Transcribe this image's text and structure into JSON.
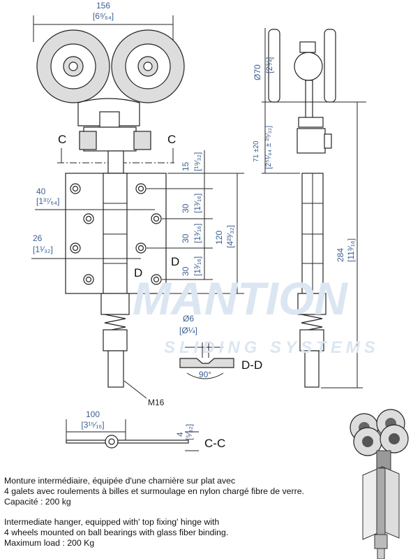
{
  "watermark": {
    "brand": "MANTION",
    "tagline": "SLIDING SYSTEMS"
  },
  "dimensions": {
    "width_mm": "156",
    "width_in": "[6⁹⁄₆₄]",
    "wheel_dia_mm": "Ø70",
    "wheel_dia_in": "[2¾]",
    "offset_mm": "71 ±20",
    "offset_in": "[2⁵¹⁄₆₄ ± ²⁵⁄₃₂]",
    "top_gap_mm": "15",
    "top_gap_in": "[¹⁹⁄₃₂]",
    "hole_x1_mm": "40",
    "hole_x1_in": "[1³⁷⁄₆₄]",
    "hole_x2_mm": "26",
    "hole_x2_in": "[1¹⁄₃₂]",
    "pitch1_mm": "30",
    "pitch1_in": "[1³⁄₁₆]",
    "pitch2_mm": "30",
    "pitch2_in": "[1³⁄₁₆]",
    "pitch3_mm": "30",
    "pitch3_in": "[1³⁄₁₆]",
    "plate_h_mm": "120",
    "plate_h_in": "[4²³⁄₃₂]",
    "total_h_mm": "284",
    "total_h_in": "[11³⁄₁₆]",
    "hole_dia_mm": "Ø6",
    "hole_dia_in": "[Ø¼]",
    "countersink": "90°",
    "plate_len_mm": "100",
    "plate_len_in": "[3¹⁵⁄₁₆]",
    "plate_t_mm": "4",
    "plate_t_in": "[⁵⁄₃₂]",
    "thread": "M16"
  },
  "section_labels": {
    "c_left": "C",
    "c_right": "C",
    "d_left": "D",
    "d_right": "D",
    "dd": "D-D",
    "cc": "C-C"
  },
  "description": {
    "fr": [
      "Monture intermédiaire, équipée d'une charnière sur plat avec",
      "4 galets avec roulements à billes et surmoulage en nylon chargé fibre de verre.",
      "Capacité : 200 kg"
    ],
    "en": [
      "Intermediate hanger, equipped with' top fixing' hinge with",
      "4 wheels mounted on ball bearings with glass fiber binding.",
      "Maximum load : 200 Kg"
    ]
  }
}
